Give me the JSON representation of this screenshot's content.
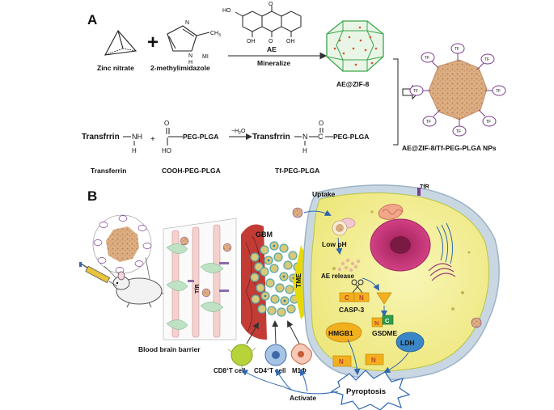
{
  "panel_a": {
    "letter": "A",
    "zinc_label": "Zinc nitrate",
    "plus_sign": "+",
    "mim_label": "2-methylimidazole",
    "mim_code": "MI",
    "mim_nh": "N",
    "mim_h": "H",
    "mim_ch3": "CH",
    "mim_ch3_sub": "3",
    "ae_label": "AE",
    "mineralize_label": "Mineralize",
    "ae_zif_label": "AE@ZIF-8",
    "product_label": "AE@ZIF-8/Tf-PEG-PLGA NPs",
    "tf_tag": "TF",
    "tf_tag_inv": "TF",
    "transferrin_formula": "Transfrrin",
    "transferrin_nh": "NH",
    "transferrin_h": "H",
    "transferrin_label": "Transferrin",
    "plus_small": "+",
    "peg_chain": "PEG-PLGA",
    "cooh_o": "O",
    "cooh_ho": "HO",
    "cooh_label": "COOH-PEG-PLGA",
    "water_label": "H",
    "water_sub": "2",
    "water_o": "O",
    "product_formula": "Transfrrin",
    "product_n": "N",
    "product_h": "H",
    "product_o": "O",
    "product_chain": "PEG-PLGA",
    "tf_peg_label": "Tf-PEG-PLGA",
    "anthraquinone_o_top": "O",
    "anthraquinone_o_bottom": "O",
    "anthraquinone_ho": "HO",
    "anthraquinone_oh_left": "OH",
    "anthraquinone_oh_right": "OH"
  },
  "panel_b": {
    "letter": "B",
    "tfr_left": "TfR",
    "tfr_top": "TfR",
    "gbm_label": "GBM",
    "bbb_label": "Blood brain barrier",
    "cd8_label": "CD8",
    "cd8_sup": "+",
    "cd8_suffix": "T cell",
    "cd4_label": "CD4",
    "cd4_sup": "+",
    "cd4_suffix": "T cell",
    "m1_label": "M1Φ",
    "tme_label": "TME",
    "uptake_label": "Uptake",
    "low_ph_label": "Low pH",
    "ae_release_label": "AE release",
    "casp3_label": "CASP-3",
    "casp_n": "N",
    "casp_c": "C",
    "gsdme_label": "GSDME",
    "gsdme_n": "N",
    "gsdme_c": "C",
    "hmgb1_label": "HMGB1",
    "ldh_label": "LDH",
    "pore_n": "N",
    "pyroptosis_label": "Pyroptosis",
    "activate_label": "Activate"
  },
  "colors": {
    "cell_fill": "#f3ef8e",
    "membrane": "#b3c7d8",
    "nanoparticle": "#d9a77a",
    "tf_ring": "#7a3c8c",
    "zif_green": "#3aa64a",
    "nucleus": "#c2286b",
    "tme_yellow": "#e6d90b",
    "ldh_blue": "#3a86c6",
    "hmgb1_orange": "#f2b01e",
    "pyroptosis_blue": "#2f67b1"
  }
}
